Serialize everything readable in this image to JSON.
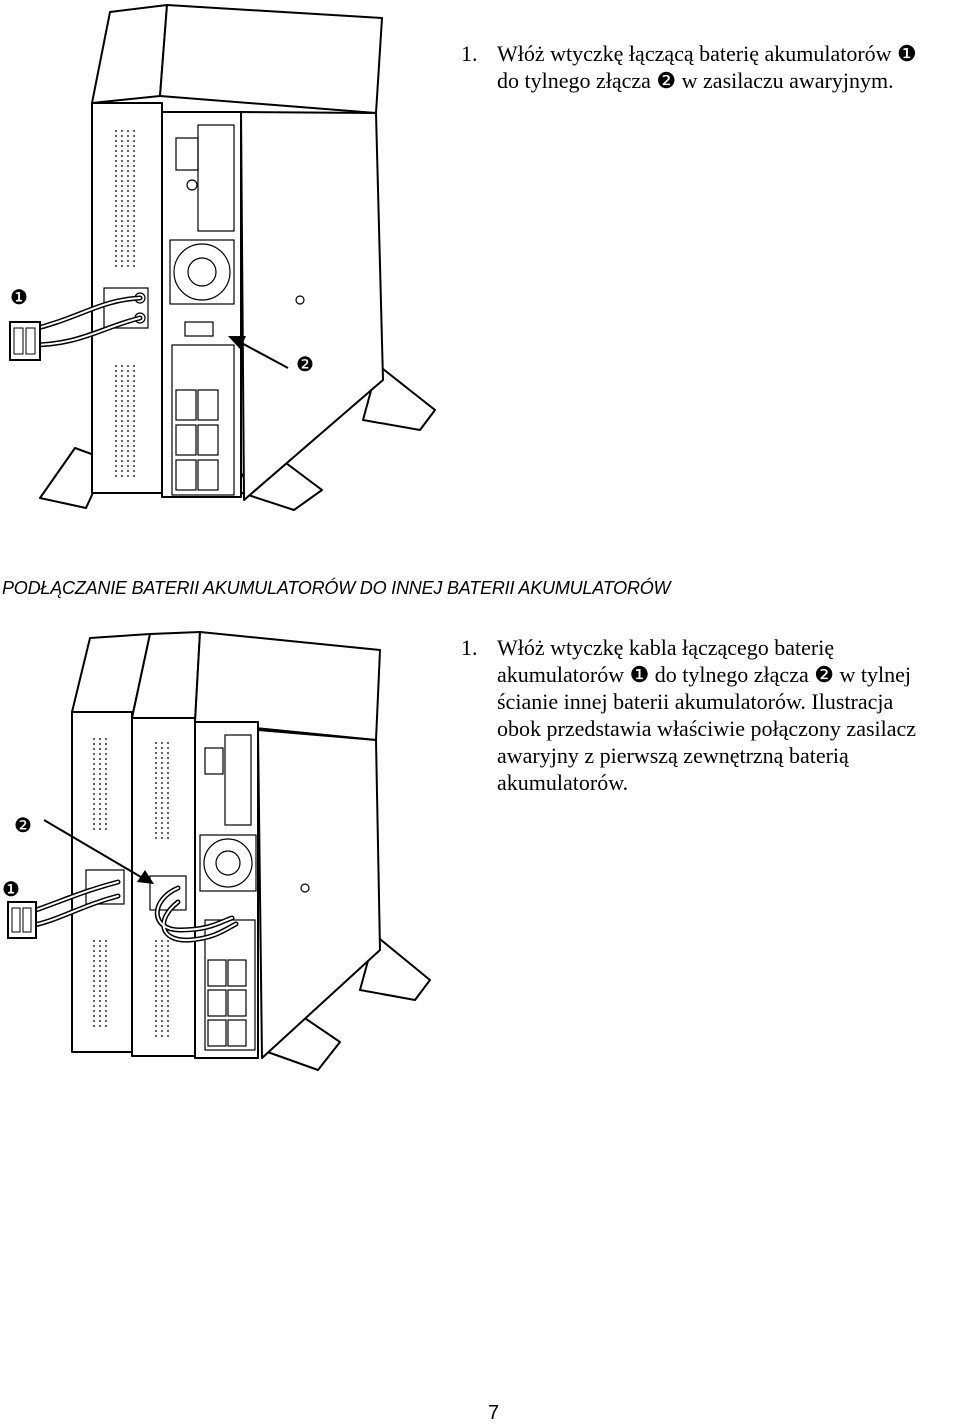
{
  "step1": {
    "number": "1.",
    "line1": "Włóż wtyczkę łączącą baterię akumulatorów ❶",
    "line2": "do tylnego złącza ❷ w zasilaczu awaryjnym."
  },
  "figure1": {
    "callout_1": "❶",
    "callout_2": "❷"
  },
  "section_heading": "PODŁĄCZANIE BATERII AKUMULATORÓW DO INNEJ BATERII AKUMULATORÓW",
  "step2": {
    "number": "1.",
    "lines": [
      "Włóż wtyczkę kabla łączącego baterię",
      "akumulatorów ❶ do tylnego złącza ❷ w tylnej",
      "ścianie innej baterii akumulatorów. Ilustracja",
      "obok przedstawia właściwie połączony zasilacz",
      "awaryjny z pierwszą zewnętrzną baterią",
      "akumulatorów."
    ]
  },
  "figure2": {
    "callout_2": "❷",
    "callout_1": "❶"
  },
  "page_number": "7"
}
